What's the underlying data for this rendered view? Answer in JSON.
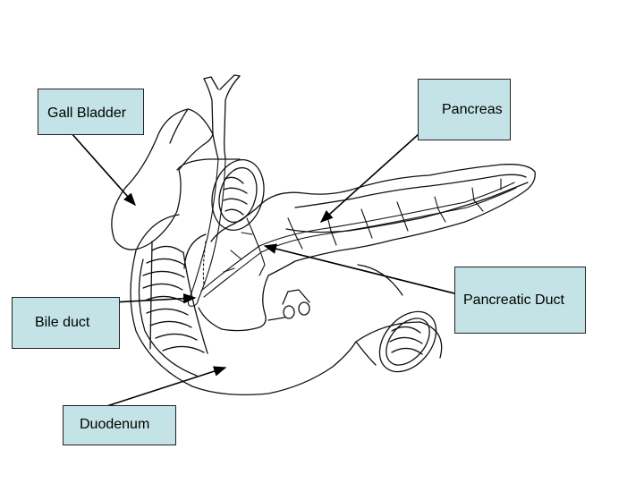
{
  "labels": {
    "gall_bladder": "Gall Bladder",
    "pancreas": "Pancreas",
    "pancreatic_duct": "Pancreatic Duct",
    "bile_duct": "Bile duct",
    "duodenum": "Duodenum"
  },
  "colors": {
    "label_fill": "#c4e3e6",
    "line": "#000000",
    "background": "#ffffff"
  }
}
